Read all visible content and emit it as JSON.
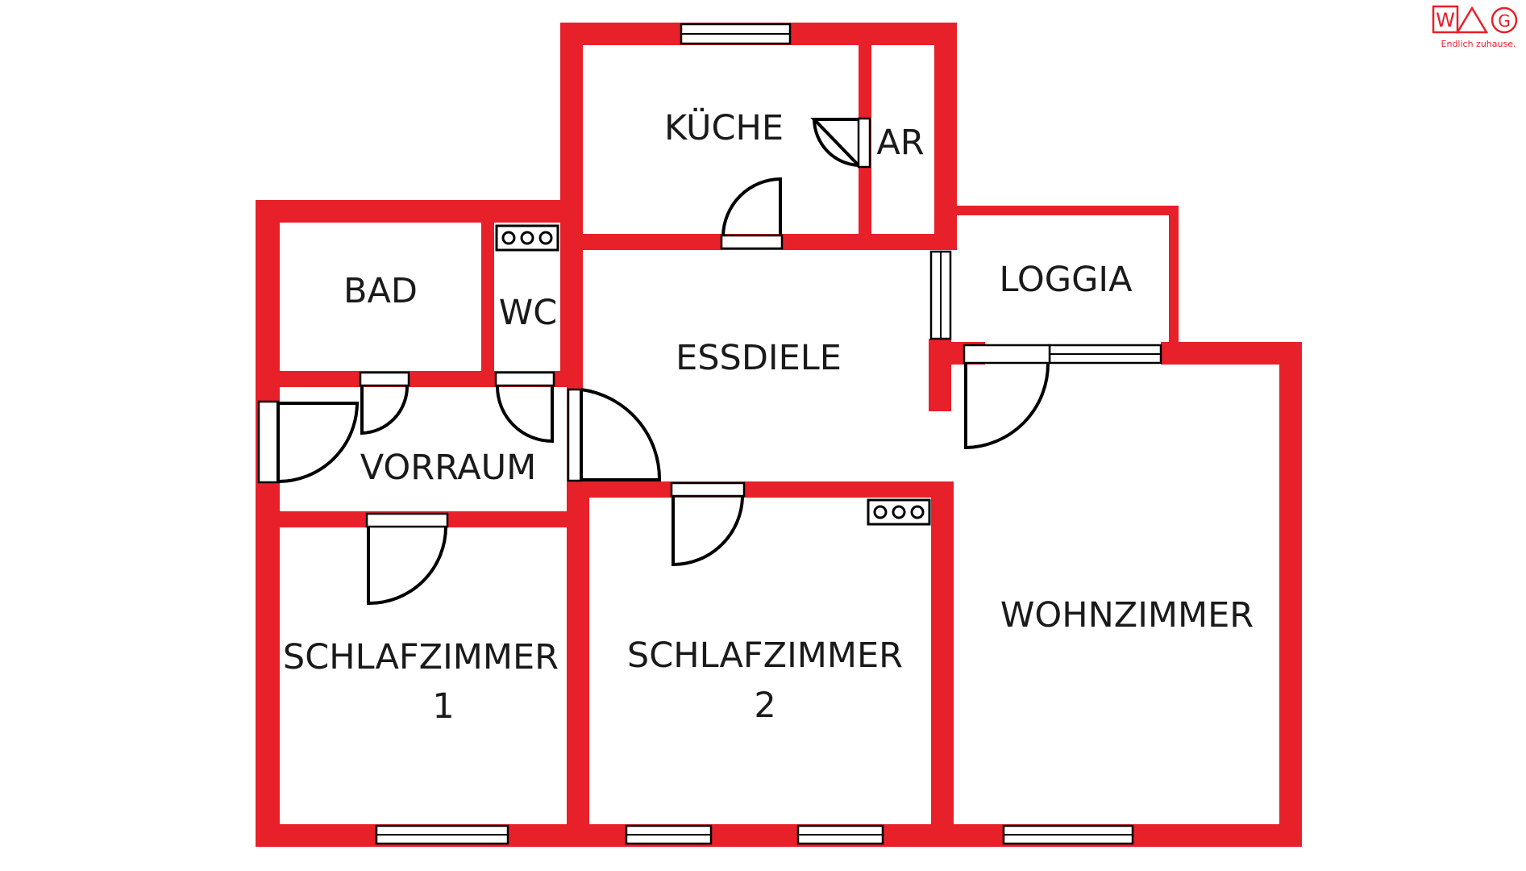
{
  "brand": {
    "logo_text": "WAG",
    "tagline": "Endlich zuhause.",
    "color": "#e8202a"
  },
  "colors": {
    "wall": "#e8202a",
    "background": "#ffffff",
    "text": "#1a1a1a"
  },
  "rooms": {
    "kueche": "KÜCHE",
    "ar": "AR",
    "bad": "BAD",
    "wc": "WC",
    "essdiele": "ESSDIELE",
    "loggia": "LOGGIA",
    "vorraum": "VORRAUM",
    "schlafzimmer1_line1": "SCHLAFZIMMER",
    "schlafzimmer1_line2": "1",
    "schlafzimmer2_line1": "SCHLAFZIMMER",
    "schlafzimmer2_line2": "2",
    "wohnzimmer": "WOHNZIMMER"
  }
}
